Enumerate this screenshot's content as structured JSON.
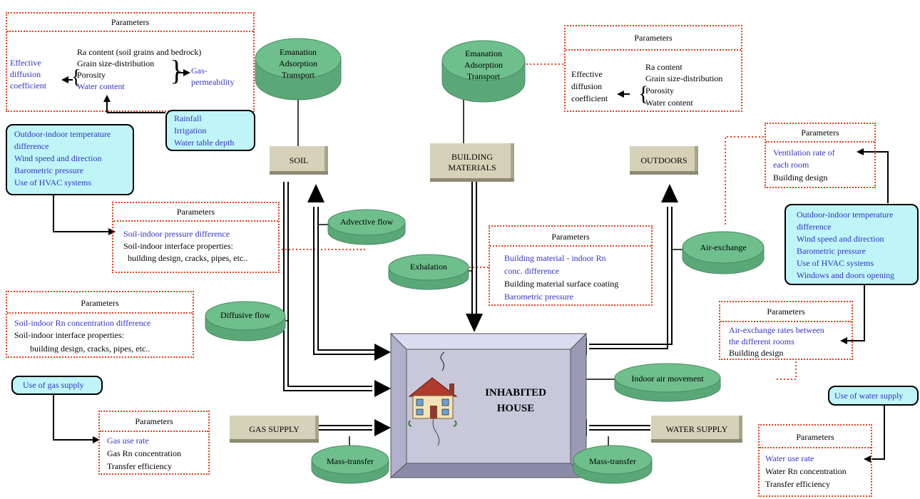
{
  "soil_params": {
    "heading": "Parameters",
    "items": [
      "Ra content (soil grains and bedrock)",
      "Grain size-distribution",
      "Porosity",
      "Water content"
    ],
    "left_label": [
      "Effective",
      "diffusion",
      "coefficient"
    ],
    "right_label": [
      "Gas-",
      "permeability"
    ]
  },
  "soil_ellipse": [
    "Emanation",
    "Adsorption",
    "Transport"
  ],
  "bm_ellipse": [
    "Emanation",
    "Adsorption",
    "Transport"
  ],
  "bm_params": {
    "heading": "Parameters",
    "items": [
      "Ra content",
      "Grain size-distribution",
      "Porosity",
      "Water content"
    ],
    "left_label": [
      "Effective",
      "diffusion",
      "coefficient"
    ]
  },
  "rain_box": [
    "Rainfall",
    "Irrigation",
    "Water table depth"
  ],
  "outdoor_left_box": [
    "Outdoor-indoor temperature",
    "difference",
    "Wind speed and direction",
    "Barometric pressure",
    "Use of HVAC systems"
  ],
  "outdoor_right_box": [
    "Outdoor-indoor temperature",
    "difference",
    "Wind speed and direction",
    "Barometric pressure",
    "Use of HVAC systems",
    "Windows and doors opening"
  ],
  "sources": {
    "soil": "SOIL",
    "building": [
      "BUILDING",
      "MATERIALS"
    ],
    "outdoors": "OUTDOORS",
    "gas": "GAS SUPPLY",
    "water": "WATER SUPPLY"
  },
  "ventilation_params": {
    "heading": "Parameters",
    "items": [
      "Ventilation rate of",
      "each room",
      "Building design"
    ]
  },
  "advective_params": {
    "heading": "Parameters",
    "items": [
      "Soil-indoor pressure difference",
      "Soil-indoor interface properties:",
      "building design, cracks, pipes, etc.."
    ]
  },
  "bm_indoor_params": {
    "heading": "Parameters",
    "items": [
      "Building material - indoor Rn",
      "conc. difference",
      "Building material surface coating",
      "Barometric pressure"
    ]
  },
  "diffusive_params": {
    "heading": "Parameters",
    "items": [
      "Soil-indoor Rn concentration difference",
      "Soil-indoor interface properties:",
      "building design, cracks, pipes, etc.."
    ]
  },
  "airexchange_params": {
    "heading": "Parameters",
    "items": [
      "Air-exchange rates between",
      "the different rooms",
      "Building design"
    ]
  },
  "gas_params": {
    "heading": "Parameters",
    "items": [
      "Gas use rate",
      "Gas Rn concentration",
      "Transfer efficiency"
    ]
  },
  "water_params": {
    "heading": "Parameters",
    "items": [
      "Water use rate",
      "Water Rn concentration",
      "Transfer efficiency"
    ]
  },
  "gas_use_box": "Use of gas supply",
  "water_use_box": "Use of water supply",
  "processes": {
    "advective": "Advective flow",
    "exhalation": "Exhalation",
    "air_exchange": "Air-exchange",
    "diffusive": "Diffusive flow",
    "indoor_air": "Indoor air movement",
    "mass_transfer_left": "Mass-transfer",
    "mass_transfer_right": "Mass-transfer"
  },
  "house_label": [
    "INHABITED",
    "HOUSE"
  ],
  "colors": {
    "dotted_border": "#e8401f",
    "blue_text": "#3333cc",
    "cyan_fill": "#bff5f7",
    "ellipse_fill": "#6fbf8c",
    "house_front": "#c8c8da",
    "house_side": "#9a9ab8"
  }
}
